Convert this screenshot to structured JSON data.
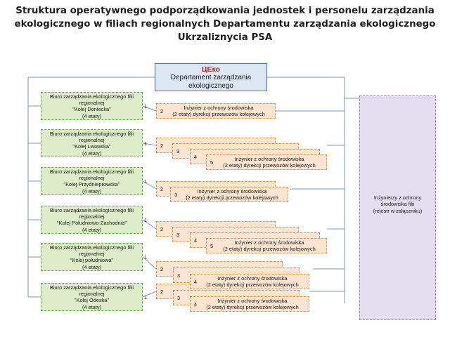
{
  "title": [
    "Struktura operatywnego podporządkowania jednostek i personelu zarządzania",
    "ekologicznego w filiach regionalnych Departamentu zarządzania ekologicznego",
    "Ukrzaliznycia PSA"
  ],
  "hq": {
    "code": "ЦЕко",
    "line1": "Departament zarządzania",
    "line2": "ekologicznego"
  },
  "bureaus": [
    {
      "l1": "Biuro zarządzania ekologicznego filii",
      "l2": "regionalnej",
      "l3": "\"Kolej Doniecka\"",
      "l4": "(4 etaty)"
    },
    {
      "l1": "Biuro zarządzania ekologicznego filii",
      "l2": "regionalnej",
      "l3": "\"Kolej Lwowska\"",
      "l4": "(4 etaty)"
    },
    {
      "l1": "Biuro zarządzania ekologicznego filii",
      "l2": "regionalnej",
      "l3": "\"Kolej Przydnieprowska\"",
      "l4": "(4 etaty)"
    },
    {
      "l1": "Biuro zarządzania ekologicznego filii",
      "l2": "regionalnej",
      "l3": "\"Kolej Południowo-Zachodnia\"",
      "l4": "(4 etaty)"
    },
    {
      "l1": "Biuro zarządzania ekologicznego filii",
      "l2": "regionalnej",
      "l3": "\"Kolej południowa\"",
      "l4": "(4 etaty)"
    },
    {
      "l1": "Biuro zarządzania ekologicznego filii",
      "l2": "regionalnej",
      "l3": "\"Kolej Odeska\"",
      "l4": "(4 etaty)"
    }
  ],
  "engineer_groups": [
    {
      "boxes": [
        {
          "num": "2",
          "t1": "Inżynier z ochrony środowiska",
          "t2": "(2 etaty) dyrekcji przewozów kolejowych"
        }
      ]
    },
    {
      "boxes": [
        {
          "num": "2",
          "t1": "",
          "t2": ""
        },
        {
          "num": "3",
          "t1": "",
          "t2": ""
        },
        {
          "num": "4",
          "t1": "",
          "t2": ""
        },
        {
          "num": "5",
          "t1": "Inżynier z ochrony środowiska",
          "t2": "(2 etaty) dyrekcji przewozów kolejowych"
        }
      ]
    },
    {
      "boxes": [
        {
          "num": "2",
          "t1": "",
          "t2": ""
        },
        {
          "num": "3",
          "t1": "Inżynier z ochrony środowiska",
          "t2": "(2 etaty) dyrekcji przewozów kolejowych"
        }
      ]
    },
    {
      "boxes": [
        {
          "num": "2",
          "t1": "",
          "t2": ""
        },
        {
          "num": "3",
          "t1": "",
          "t2": ""
        },
        {
          "num": "4",
          "t1": "",
          "t2": ""
        },
        {
          "num": "5",
          "t1": "Inżynier z ochrony środowiska",
          "t2": "(2 etaty) dyrekcji przewozów kolejowych"
        }
      ]
    },
    {
      "boxes": [
        {
          "num": "2",
          "t1": "",
          "t2": ""
        },
        {
          "num": "3",
          "t1": "",
          "t2": ""
        },
        {
          "num": "4",
          "t1": "Inżynier z ochrony środowiska",
          "t2": "(2 etaty) dyrekcji przewozów kolejowych"
        }
      ]
    },
    {
      "boxes": [
        {
          "num": "2",
          "t1": "",
          "t2": ""
        },
        {
          "num": "3",
          "t1": "",
          "t2": ""
        },
        {
          "num": "4",
          "t1": "Inżynier z ochrony środowiska",
          "t2": "(2 etaty) dyrekcji przewozów kolejowych"
        }
      ]
    }
  ],
  "ones": [
    "1",
    "1",
    "1",
    "1",
    "1",
    "1"
  ],
  "right_box": {
    "l1": "Inżynierzy z ochrony",
    "l2": "środowiska filii",
    "l3": "(rejestr w załączniku)"
  },
  "colors": {
    "hq_border": "#3f6fb0",
    "bureau_border": "#6aa84f",
    "engineer_border": "#e69138",
    "right_border": "#8e7cc3",
    "hq_code": "#d61a1a"
  }
}
